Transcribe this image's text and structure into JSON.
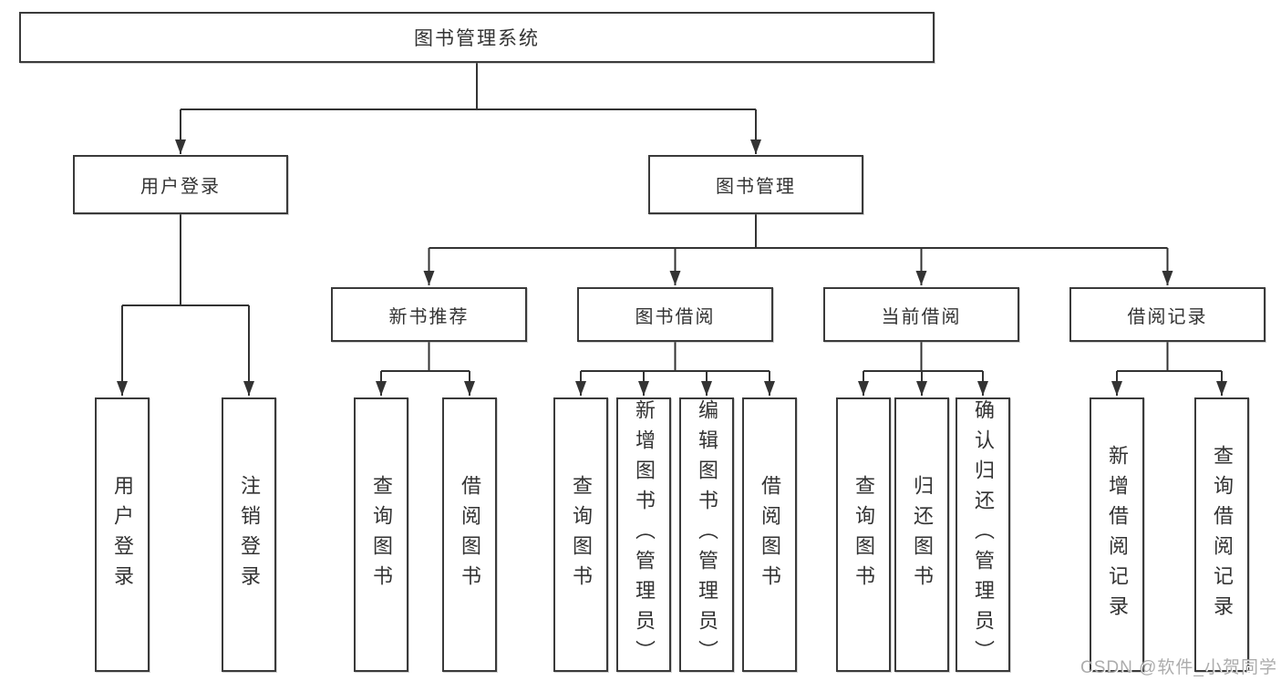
{
  "diagram": {
    "root": {
      "label": "图书管理系统"
    },
    "branches": [
      {
        "label": "用户登录",
        "children": [
          {
            "label": "用户登录"
          },
          {
            "label": "注销登录"
          }
        ]
      },
      {
        "label": "图书管理",
        "children": [
          {
            "label": "新书推荐",
            "children": [
              {
                "label": "查询图书"
              },
              {
                "label": "借阅图书"
              }
            ]
          },
          {
            "label": "图书借阅",
            "children": [
              {
                "label": "查询图书"
              },
              {
                "label": "新增图书（管理员）"
              },
              {
                "label": "编辑图书（管理员）"
              },
              {
                "label": "借阅图书"
              }
            ]
          },
          {
            "label": "当前借阅",
            "children": [
              {
                "label": "查询图书"
              },
              {
                "label": "归还图书"
              },
              {
                "label": "确认归还（管理员）"
              }
            ]
          },
          {
            "label": "借阅记录",
            "children": [
              {
                "label": "新增借阅记录"
              },
              {
                "label": "查询借阅记录"
              }
            ]
          }
        ]
      }
    ]
  },
  "watermark": {
    "text": "CSDN @软件_小贺同学"
  },
  "colors": {
    "line": "#333333",
    "box_border": "#3a3a3a",
    "text": "#333333",
    "box_background": "#ffffff",
    "page_background": "#ffffff",
    "watermark": "#9e9e9e"
  }
}
